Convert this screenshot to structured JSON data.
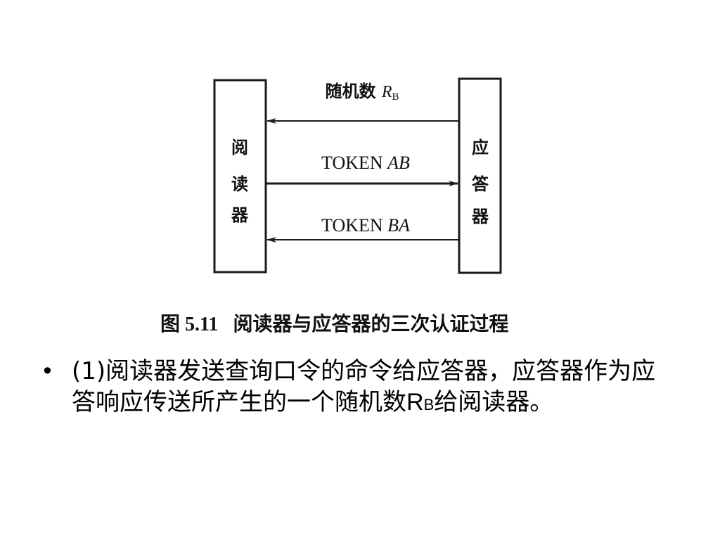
{
  "diagram": {
    "left_box_label": [
      "阅",
      "读",
      "器"
    ],
    "right_box_label": [
      "应",
      "答",
      "器"
    ],
    "arrows": [
      {
        "label_text": "随机数 ",
        "label_italic": "R",
        "label_sub": "B",
        "direction": "right-to-left"
      },
      {
        "label_text": "TOKEN ",
        "label_italic": "AB",
        "label_sub": "",
        "direction": "left-to-right"
      },
      {
        "label_text": "TOKEN ",
        "label_italic": "BA",
        "label_sub": "",
        "direction": "right-to-left"
      }
    ],
    "caption_prefix": "图",
    "caption_number": "5.11",
    "caption_text": "阅读器与应答器的三次认证过程"
  },
  "bullet": {
    "marker": "•",
    "text_before": "(1)阅读器发送查询口令的命令给应答器，应答器作为应答响应传送所产生的一个随机数",
    "rb_main": "R",
    "rb_sub": "B",
    "text_after": "给阅读器。"
  },
  "colors": {
    "line": "#1a1a1a",
    "text": "#000000",
    "background": "#ffffff"
  }
}
